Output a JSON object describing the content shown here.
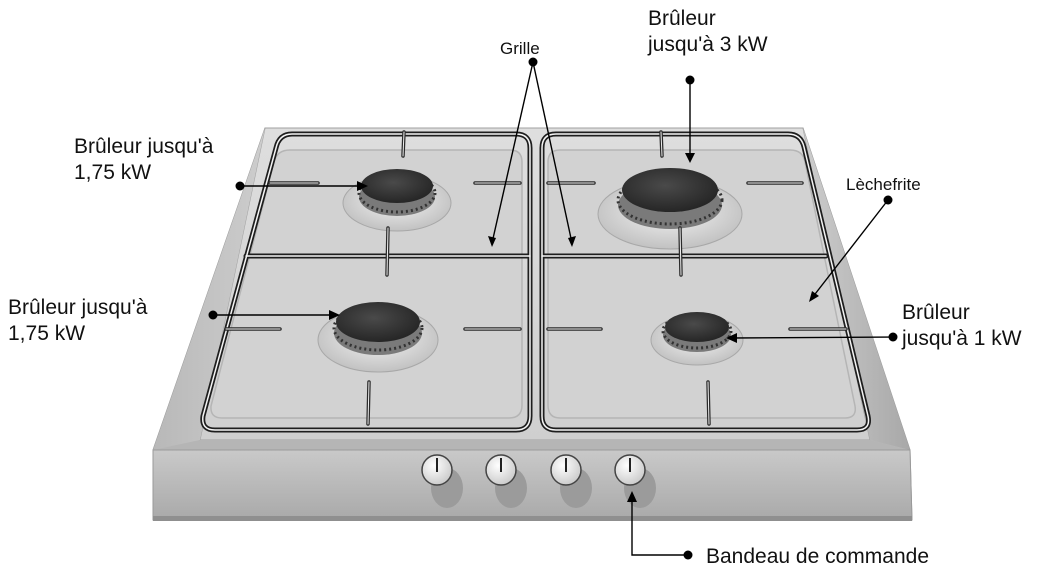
{
  "labels": {
    "grille": "Grille",
    "burner_top_right": "Brûleur\njusqu'à 3 kW",
    "burner_top_left": "Brûleur jusqu'à\n1,75 kW",
    "burner_bottom_left": "Brûleur jusqu'à\n1,75 kW",
    "lechefrite": "Lèchefrite",
    "burner_bottom_right": "Brûleur\njusqu'à 1 kW",
    "control_panel": "Bandeau de commande"
  },
  "knobs": {
    "count": 4
  },
  "colors": {
    "steel_light": "#d9d9d9",
    "steel_mid": "#c4c4c4",
    "steel_dark": "#a7a7a7",
    "burner_cap": "#3a3a3a",
    "grate": "#1e1e1e",
    "leader": "#000000"
  }
}
